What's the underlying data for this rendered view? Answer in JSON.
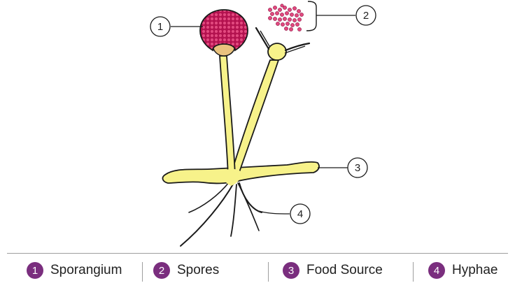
{
  "callouts": [
    {
      "number": "1"
    },
    {
      "number": "2"
    },
    {
      "number": "3"
    },
    {
      "number": "4"
    }
  ],
  "legend": [
    {
      "number": "1",
      "label": "Sporangium"
    },
    {
      "number": "2",
      "label": "Spores"
    },
    {
      "number": "3",
      "label": "Food Source"
    },
    {
      "number": "4",
      "label": "Hyphae"
    }
  ],
  "colors": {
    "hyphae_fill": "#f7f28a",
    "outline": "#1a1a1a",
    "sporangium": "#c2185b",
    "spores": "#d81b60",
    "columella": "#e9c27e",
    "badge": "#7a2e7e"
  }
}
